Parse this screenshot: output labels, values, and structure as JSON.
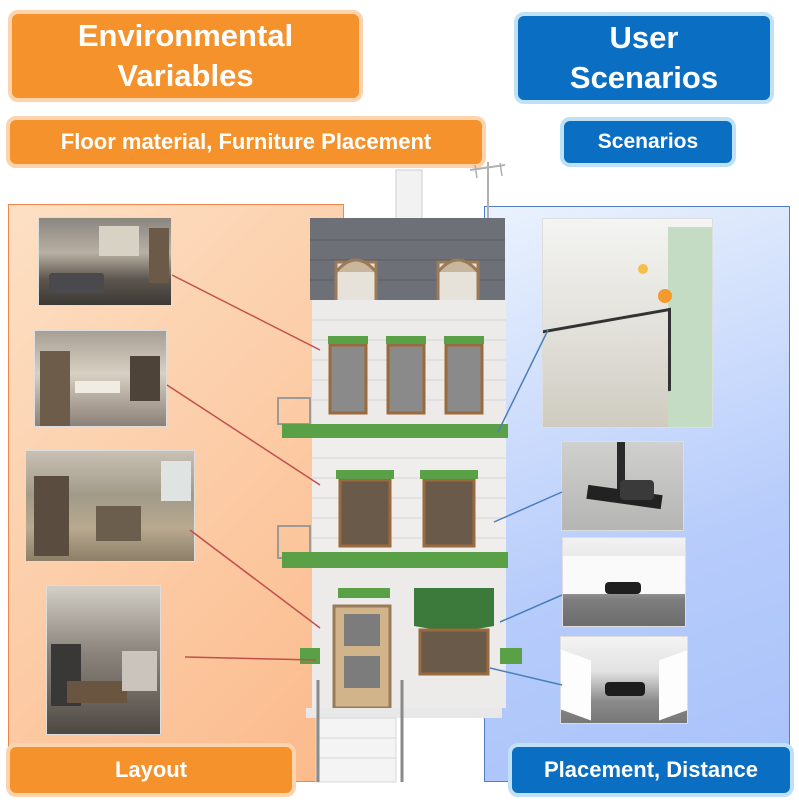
{
  "left_title": "Environmental Variables",
  "left_title_line1": "Environmental",
  "left_title_line2": "Variables",
  "left_subtitle": "Floor material, Furniture Placement",
  "left_bottom": "Layout",
  "right_title_line1": "User",
  "right_title_line2": "Scenarios",
  "right_subtitle": "Scenarios",
  "right_bottom": "Placement, Distance",
  "colors": {
    "orange": "#f5922b",
    "blue": "#0a6ec2",
    "roof": "#6e7078",
    "trim": "#5aa046",
    "door": "#c8a878"
  },
  "icons": [
    "house-illustration",
    "interior-photo",
    "robot-photo",
    "stair-photo"
  ]
}
